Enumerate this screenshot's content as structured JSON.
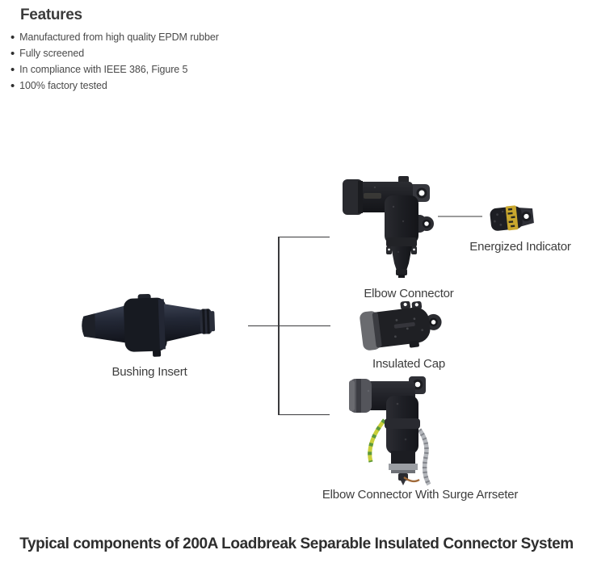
{
  "features": {
    "title": "Features",
    "items": [
      "Manufactured from high quality EPDM rubber",
      "Fully screened",
      "In compliance with IEEE 386, Figure 5",
      "100% factory tested"
    ]
  },
  "diagram": {
    "components": [
      {
        "id": "elbow-connector",
        "label": "Elbow Connector"
      },
      {
        "id": "energized-indicator",
        "label": "Energized Indicator"
      },
      {
        "id": "insulated-cap",
        "label": "Insulated Cap"
      },
      {
        "id": "bushing-insert",
        "label": "Bushing Insert"
      },
      {
        "id": "elbow-connector-surge-arrester",
        "label": "Elbow Connector With Surge Arrseter"
      }
    ],
    "colors": {
      "component_body": "#1e1f24",
      "indicator_band": "#c9a72e",
      "ground_wire_yellow": "#c9cf3a",
      "ground_wire_green": "#4a8f3d",
      "gray_cap": "#57585e",
      "link_line": "#9b9b9b",
      "bracket_line": "#3a3a3c"
    }
  },
  "caption": "Typical components of 200A Loadbreak Separable Insulated Connector System"
}
